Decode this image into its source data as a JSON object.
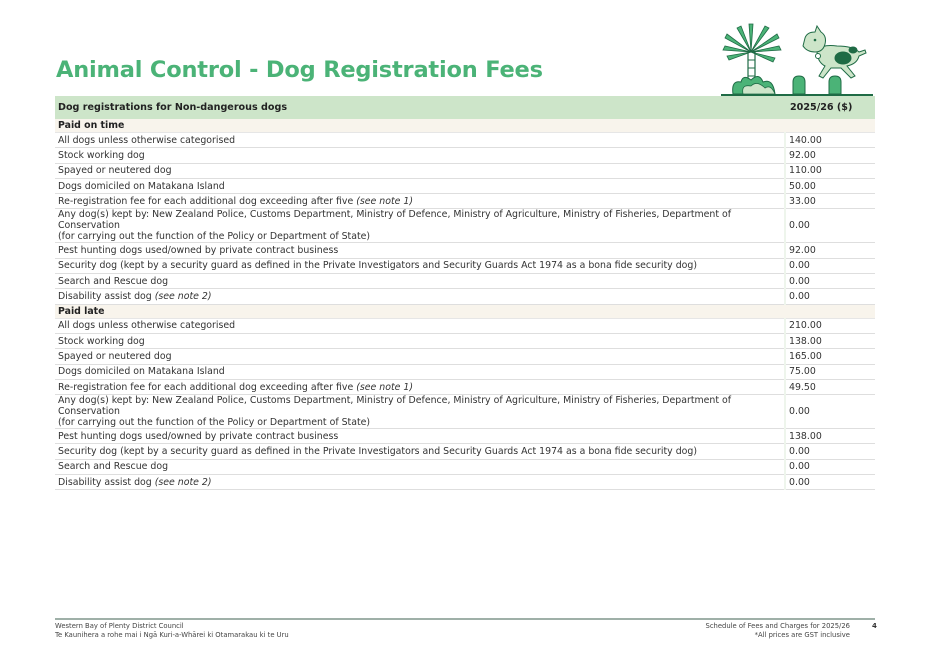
{
  "page": {
    "title": "Animal Control - Dog Registration Fees"
  },
  "table": {
    "header": {
      "description": "Dog registrations for Non-dangerous dogs",
      "value": "2025/26 ($)"
    },
    "sections": [
      {
        "label": "Paid on time",
        "rows": [
          {
            "text": "All dogs unless otherwise categorised",
            "note": "",
            "value": "140.00"
          },
          {
            "text": "Stock working dog",
            "note": "",
            "value": "92.00"
          },
          {
            "text": "Spayed or neutered dog",
            "note": "",
            "value": "110.00"
          },
          {
            "text": "Dogs domiciled on Matakana Island",
            "note": "",
            "value": "50.00"
          },
          {
            "text": "Re-registration fee for each additional dog exceeding after five ",
            "note": "(see note 1)",
            "value": "33.00"
          },
          {
            "text": "Any dog(s) kept by: New Zealand Police, Customs Department, Ministry of Defence, Ministry of Agriculture, Ministry of Fisheries, Department of Conservation",
            "text2": "(for carrying out the function of the Policy or Department of State)",
            "note": "",
            "value": "0.00"
          },
          {
            "text": "Pest hunting dogs used/owned by private contract business",
            "note": "",
            "value": "92.00"
          },
          {
            "text": "Security dog (kept by a security guard as defined in the Private Investigators and Security Guards Act 1974 as a bona fide security dog)",
            "note": "",
            "value": "0.00"
          },
          {
            "text": "Search and Rescue dog",
            "note": "",
            "value": "0.00"
          },
          {
            "text": "Disability assist dog ",
            "note": "(see note 2)",
            "value": "0.00"
          }
        ]
      },
      {
        "label": "Paid late",
        "rows": [
          {
            "text": "All dogs unless otherwise categorised",
            "note": "",
            "value": "210.00"
          },
          {
            "text": "Stock working dog",
            "note": "",
            "value": "138.00"
          },
          {
            "text": "Spayed or neutered dog",
            "note": "",
            "value": "165.00"
          },
          {
            "text": "Dogs domiciled on Matakana Island",
            "note": "",
            "value": "75.00"
          },
          {
            "text": "Re-registration fee for each additional dog exceeding after five ",
            "note": "(see note 1)",
            "value": "49.50"
          },
          {
            "text": "Any dog(s) kept by: New Zealand Police, Customs Department, Ministry of Defence, Ministry of Agriculture, Ministry of Fisheries, Department of Conservation",
            "text2": "(for carrying out the function of the Policy or Department of State)",
            "note": "",
            "value": "0.00"
          },
          {
            "text": "Pest hunting dogs used/owned by private contract business",
            "note": "",
            "value": "138.00"
          },
          {
            "text": "Security dog (kept by a security guard as defined in the Private Investigators and Security Guards Act 1974 as a bona fide security dog)",
            "note": "",
            "value": "0.00"
          },
          {
            "text": "Search and Rescue dog",
            "note": "",
            "value": "0.00"
          },
          {
            "text": "Disability assist dog ",
            "note": "(see note 2)",
            "value": "0.00"
          }
        ]
      }
    ]
  },
  "footer": {
    "org_line1": "Western Bay of Plenty District Council",
    "org_line2": "Te Kaunihera a rohe mai i Ngā Kuri-a-Whārei ki Otamarakau ki te Uru",
    "doc_title": "Schedule of Fees and Charges for 2025/26",
    "gst_note": "*All prices are GST inclusive",
    "page_number": "4"
  },
  "colors": {
    "title_green": "#4bb377",
    "header_bg": "#cde5c9",
    "section_bg": "#f8f4ec",
    "illustration_dark": "#1f6b45",
    "illustration_mid": "#4bb377",
    "illustration_light": "#cde5c9"
  }
}
